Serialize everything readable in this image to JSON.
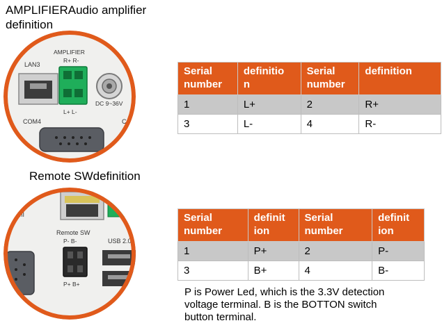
{
  "amplifier": {
    "title_line1": "AMPLIFIERAudio amplifier",
    "title_line2": "definition",
    "photo": {
      "lan_label": "LAN3",
      "amp_label": "AMPLIFIER",
      "top_pins": "R+  R-",
      "bottom_pins": "L+  L-",
      "dc_label": "DC 9~36V",
      "com_label": "COM4",
      "edge_letter": "C"
    },
    "table": {
      "headers": [
        "Serial\nnumber",
        "definitio\nn",
        "Serial\nnumber",
        "definition"
      ],
      "rows": [
        [
          "1",
          "L+",
          "2",
          "R+"
        ],
        [
          "3",
          "L-",
          "4",
          "R-"
        ]
      ]
    }
  },
  "remote": {
    "title": "Remote SWdefinition",
    "photo": {
      "edge_text": "MI",
      "remote_label": "Remote SW",
      "top_pins": "P-  B-",
      "bottom_pins": "P+  B+",
      "usb_label": "USB 2.0"
    },
    "table": {
      "headers": [
        "Serial\nnumber",
        "definit\nion",
        "Serial\nnumber",
        "definit\nion"
      ],
      "rows": [
        [
          "1",
          "P+",
          "2",
          "P-"
        ],
        [
          "3",
          "B+",
          "4",
          "B-"
        ]
      ]
    },
    "note_lines": [
      "P is Power Led, which is the 3.3V detection",
      "voltage terminal. B is the BOTTON switch",
      "button terminal."
    ]
  },
  "colors": {
    "accent": "#e05a1b",
    "row_gray": "#c8c8c8",
    "terminal_green": "#1fae5a"
  }
}
